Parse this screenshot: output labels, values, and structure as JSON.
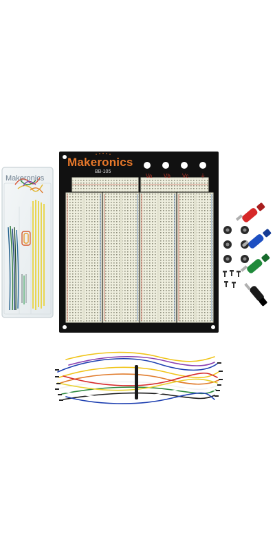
{
  "product": {
    "brand_name": "Makeronics",
    "model": "BB-105",
    "rail_labels": [
      "Va",
      "Vb",
      "Vc"
    ],
    "ground_symbol": "⏚",
    "box_label": "Makeronics"
  },
  "colors": {
    "board_panel": "#111111",
    "breadboard": "#eeeede",
    "brand_text": "#e8782a",
    "rail_text": "#c0392b",
    "post_red": "#d62828",
    "post_blue": "#1d4fc2",
    "post_green": "#1f8a3a",
    "post_black": "#1a1a1a"
  }
}
